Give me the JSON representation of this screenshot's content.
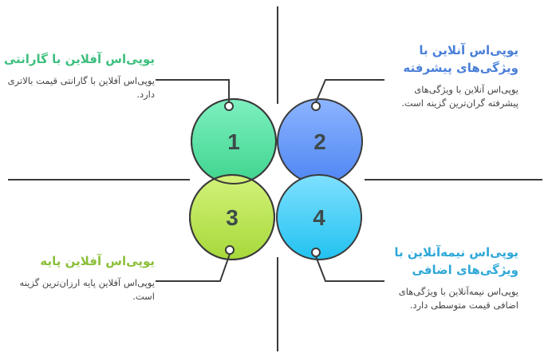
{
  "colors": {
    "green": "#3dbf7e",
    "blue": "#4a7fd8",
    "lime": "#8cbf3a",
    "cyan": "#2fa8d8"
  },
  "items": [
    {
      "number": "1",
      "title": "یوپی‌اس آفلاین با گارانتی",
      "desc": "یوپی‌اس آفلاین با گارانتی قیمت بالاتری دارد."
    },
    {
      "number": "2",
      "title": "یوپی‌اس آنلاین با ویژگی‌های پیشرفته",
      "desc": "یوپی‌اس آنلاین با ویژگی‌های پیشرفته گران‌ترین گزینه است."
    },
    {
      "number": "3",
      "title": "یوپی‌اس آفلاین پایه",
      "desc": "یوپی‌اس آفلاین پایه ارزان‌ترین گزینه است."
    },
    {
      "number": "4",
      "title": "یوپی‌اس نیمه‌آنلاین با ویژگی‌های اضافی",
      "desc": "یوپی‌اس نیمه‌آنلاین با ویژگی‌های اضافی قیمت متوسطی دارد."
    }
  ]
}
